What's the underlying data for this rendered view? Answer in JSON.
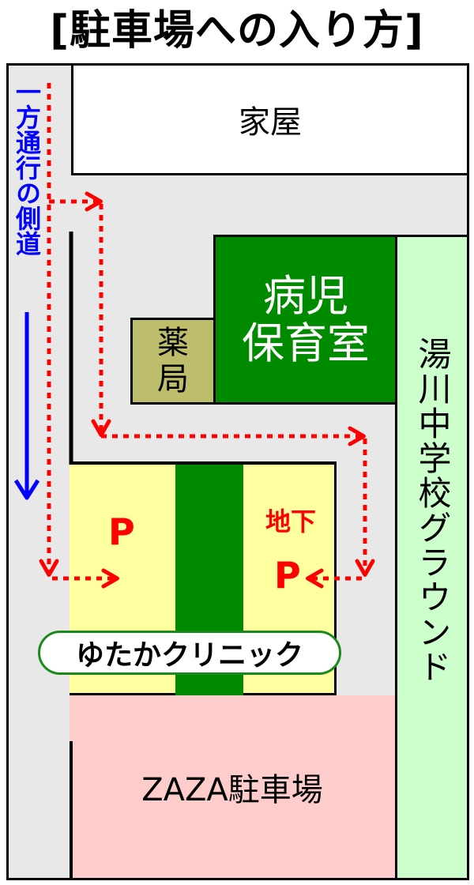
{
  "title": "[駐車場への入り方]",
  "buildings": {
    "house": "家屋",
    "sick_nursery_line1": "病児",
    "sick_nursery_line2": "保育室",
    "pharmacy_line1": "薬",
    "pharmacy_line2": "局",
    "school": "湯川中学校グラウンド",
    "clinic": "ゆたかクリニック",
    "zaza_parking": "ZAZA駐車場"
  },
  "parking": {
    "p_left": "P",
    "p_right": "P",
    "underground": "地下"
  },
  "side_road": "一方通行の側道",
  "colors": {
    "route_arrow": "#ff0000",
    "one_way_arrow": "#0000ff",
    "nursery_green": "#008a00",
    "pharmacy": "#bdbd6b",
    "school_green": "#ccffcc",
    "clinic_yellow": "#ffffa0",
    "zaza_pink": "#ffcccc"
  }
}
